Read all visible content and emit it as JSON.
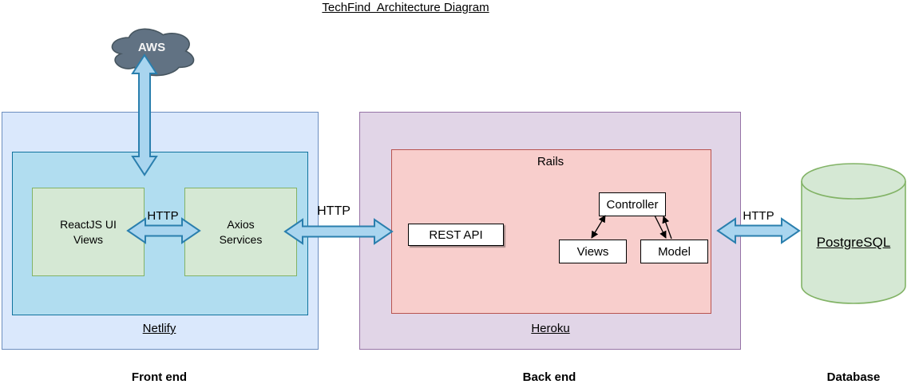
{
  "title": "TechFind  Architecture Diagram",
  "frontend": {
    "cloud_label": "AWS",
    "react_label": "ReactJS UI\nViews",
    "axios_label": "Axios\nServices",
    "http_internal_label": "HTTP",
    "platform_label": "Netlify",
    "caption": "Front end"
  },
  "backend": {
    "framework_label": "Rails",
    "rest_api_label": "REST API",
    "controller_label": "Controller",
    "views_label": "Views",
    "model_label": "Model",
    "platform_label": "Heroku",
    "caption": "Back end"
  },
  "database": {
    "engine_label": "PostgreSQL",
    "caption": "Database"
  },
  "connections": {
    "frontend_backend_label": "HTTP",
    "backend_database_label": "HTTP"
  },
  "colors": {
    "frontend_region_fill": "#dae8fc",
    "frontend_region_border": "#6c8ebf",
    "netlify_fill": "#b1ddf0",
    "netlify_border": "#10739e",
    "component_green_fill": "#d5e8d4",
    "component_green_border": "#82b366",
    "backend_region_fill": "#e1d5e7",
    "backend_region_border": "#9673a6",
    "rails_fill": "#f8cecc",
    "rails_border": "#b85450",
    "cloud_fill": "#617283",
    "arrow_fill": "#a9d5ef",
    "arrow_border": "#2a7fae"
  }
}
